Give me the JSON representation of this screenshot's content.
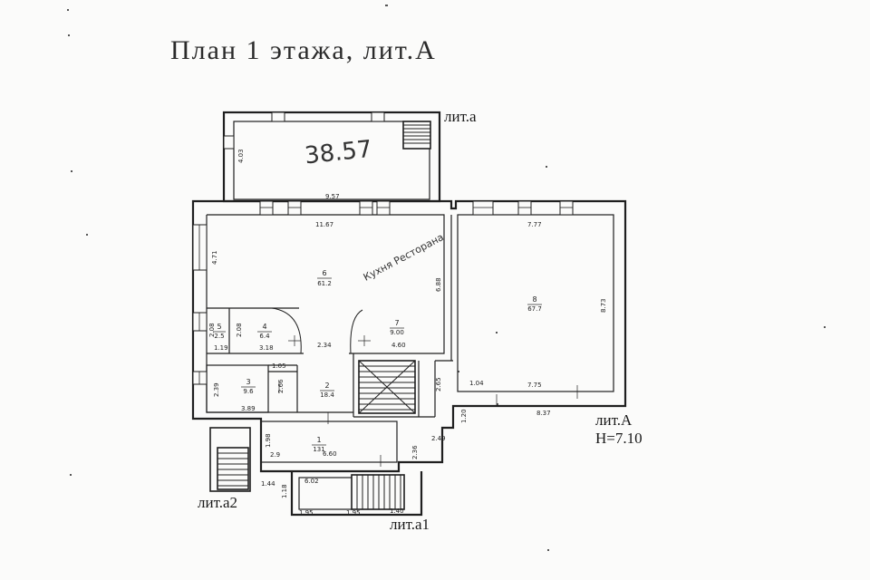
{
  "title": "План 1 этажа, лит.А",
  "annotations": {
    "area_handwritten": "38.57",
    "note_handwritten": "Кухня Ресторана"
  },
  "labels": {
    "lit_a_small": "лит.а",
    "lit_A": "лит.А",
    "height": "H=7.10",
    "lit_a2": "лит.а2",
    "lit_a1": "лит.а1"
  },
  "rooms": [
    {
      "id": "room-1",
      "num": "1",
      "area": "131"
    },
    {
      "id": "room-2",
      "num": "2",
      "area": "18.4"
    },
    {
      "id": "room-3",
      "num": "3",
      "area": "9.6"
    },
    {
      "id": "room-4",
      "num": "4",
      "area": "6.4"
    },
    {
      "id": "room-5",
      "num": "5",
      "area": "2.5"
    },
    {
      "id": "room-6",
      "num": "6",
      "area": "61.2"
    },
    {
      "id": "room-7",
      "num": "7",
      "area": "9.00"
    },
    {
      "id": "room-8",
      "num": "8",
      "area": "67.7"
    }
  ],
  "dimensions": {
    "d403": "4.03",
    "d957": "9.57",
    "d1167": "11.67",
    "d471": "4.71",
    "d688": "6.88",
    "d777": "7.77",
    "d873": "8.73",
    "d775": "7.75",
    "d837": "8.37",
    "d208a": "2.08",
    "d208b": "2.08",
    "d119": "1.19",
    "d318": "3.18",
    "d234": "2.34",
    "d460": "4.60",
    "d105": "1.05",
    "d239": "2.39",
    "d266": "2.66",
    "d389": "3.89",
    "d265": "2.65",
    "d104": "1.04",
    "d120": "1.20",
    "d249": "2.49",
    "d198": "1.98",
    "d660": "6.60",
    "d29": "2.9",
    "d236": "2.36",
    "d144": "1.44",
    "d602": "6.02",
    "d118": "1.18",
    "d195a": "1.95",
    "d195b": "1.95",
    "d140": "1.40"
  }
}
